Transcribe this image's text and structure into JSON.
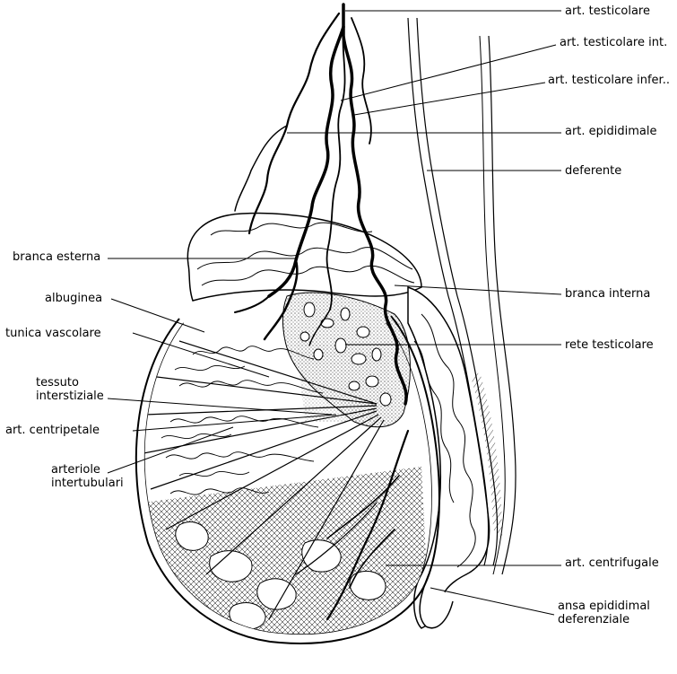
{
  "labels_left": {
    "branca_esterna": "branca esterna",
    "albuginea": "albuginea",
    "tunica_vascolare": "tunica vascolare",
    "tessuto_interstiziale": "tessuto\ninterstiziale",
    "art_centripetale": "art. centripetale",
    "arteriole_intertubulari": "arteriole\nintertubulari"
  },
  "labels_right": {
    "art_testicolare": "art. testicolare",
    "art_testicolare_int": "art. testicolare int.",
    "art_testicolare_infer": "art. testicolare infer..",
    "art_epididimale": "art. epididimale",
    "deferente": "deferente",
    "branca_interna": "branca interna",
    "rete_testicolare": "rete testicolare",
    "art_centrifugale": "art. centrifugale",
    "ansa_epididimal_deferenziale": "ansa epididimal\ndeferenziale"
  },
  "colors": {
    "ink": "#000000",
    "background": "#ffffff",
    "stipple": "#555555"
  }
}
